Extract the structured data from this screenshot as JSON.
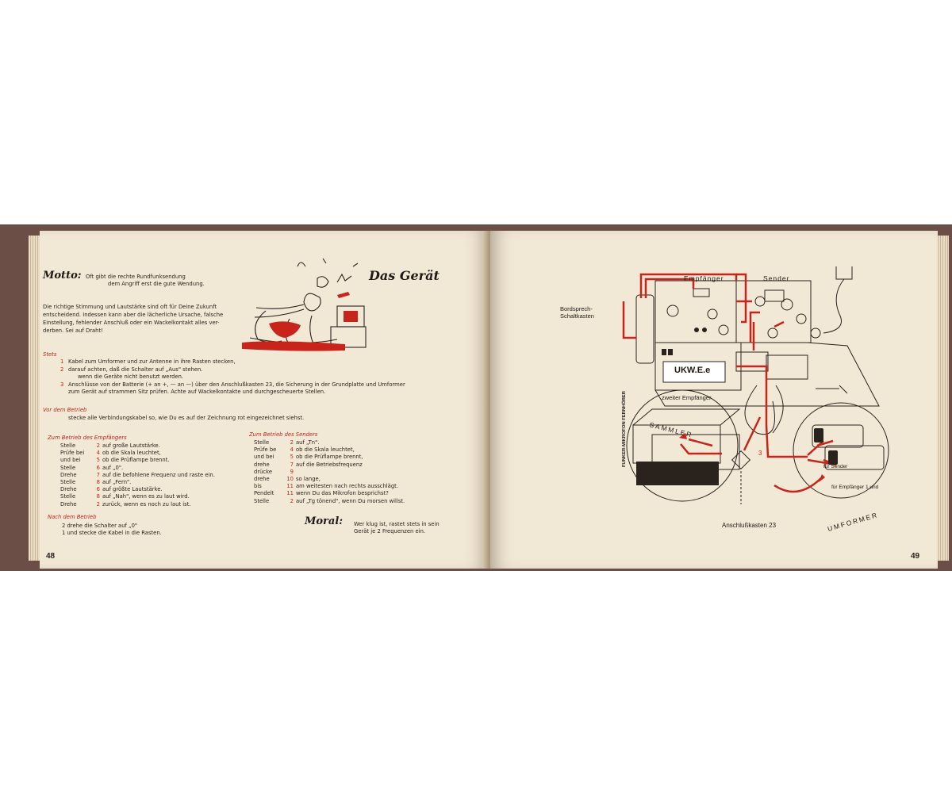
{
  "left_page": {
    "motto_title": "Motto:",
    "motto_lines": [
      "Oft gibt die rechte Rundfunksendung",
      "dem Angriff erst die gute Wendung."
    ],
    "heading": "Das Gerät",
    "intro_lines": [
      "Die richtige Stimmung und Lautstärke sind oft für Deine Zukunft",
      "entscheidend. Indessen kann aber die lächerliche Ursache, falsche",
      "Einstellung, fehlender Anschluß oder ein Wackelkontakt alles ver-",
      "derben. Sei auf Draht!"
    ],
    "stets_label": "Stets",
    "stets_items": [
      {
        "num": "1",
        "text": "Kabel zum Umformer und zur Antenne in ihre Rasten stecken,"
      },
      {
        "num": "2",
        "text": "darauf achten, daß die Schalter auf „Aus\" stehen."
      },
      {
        "num": "",
        "text": "wenn die Geräte nicht benutzt werden."
      },
      {
        "num": "3",
        "text": "Anschlüsse von der Batterie (+ an +, — an —) über den Anschlußkasten 23, die Sicherung in der Grundplatte und Umformer"
      },
      {
        "num": "",
        "text": "zum Gerät auf strammen Sitz prüfen. Achte auf Wackelkontakte und durchgescheuerte Stellen."
      }
    ],
    "vor_label": "Vor dem Betrieb",
    "vor_text": "stecke alle Verbindungskabel so, wie Du es auf der Zeichnung rot eingezeichnet siehst.",
    "empf_label": "Zum Betrieb des Empfängers",
    "empf_rows": [
      {
        "verb": "Stelle",
        "num": "2",
        "text": "auf große Lautstärke."
      },
      {
        "verb": "Prüfe bei",
        "num": "4",
        "text": "ob die Skala leuchtet,"
      },
      {
        "verb": "und bei",
        "num": "5",
        "text": "ob die Prüflampe brennt."
      },
      {
        "verb": "Stelle",
        "num": "6",
        "text": "auf „0\"."
      },
      {
        "verb": "Drehe",
        "num": "7",
        "text": "auf die befohlene Frequenz und raste ein."
      },
      {
        "verb": "Stelle",
        "num": "8",
        "text": "auf „Fern\"."
      },
      {
        "verb": "Drehe",
        "num": "6",
        "text": "auf größte Lautstärke."
      },
      {
        "verb": "Stelle",
        "num": "8",
        "text": "auf „Nah\", wenn es zu laut wird."
      },
      {
        "verb": "Drehe",
        "num": "2",
        "text": "zurück, wenn es noch zu laut ist."
      }
    ],
    "send_label": "Zum Betrieb des Senders",
    "send_rows": [
      {
        "verb": "Stelle",
        "num": "2",
        "text": "auf „Tn\"."
      },
      {
        "verb": "Prüfe be",
        "num": "4",
        "text": "ob die Skala leuchtet,"
      },
      {
        "verb": "und bei",
        "num": "5",
        "text": "ob die Prüflampe brennt,"
      },
      {
        "verb": "drehe",
        "num": "7",
        "text": "auf die Betriebsfrequenz"
      },
      {
        "verb": "drücke",
        "num": "9",
        "text": ""
      },
      {
        "verb": "drehe",
        "num": "10",
        "text": "so lange,"
      },
      {
        "verb": "bis",
        "num": "11",
        "text": "am weitesten nach rechts ausschlägt."
      },
      {
        "verb": "Pendelt",
        "num": "11",
        "text": "wenn Du das Mikrofon besprichst?"
      },
      {
        "verb": "Stelle",
        "num": "2",
        "text": "auf „Tg tönend\", wenn Du morsen willst."
      }
    ],
    "nach_label": "Nach dem Betrieb",
    "nach_lines": [
      "2 drehe die Schalter auf „0\"",
      "1 und stecke die Kabel in die Rasten."
    ],
    "moral_title": "Moral:",
    "moral_lines": [
      "Wer klug ist, rastet stets in sein",
      "Gerät je 2 Frequenzen ein."
    ],
    "page_number": "48"
  },
  "right_page": {
    "label_empfaenger": "Empfänger",
    "label_sender": "Sender",
    "label_bordsprech": [
      "Bordsprech-",
      "Schaltkasten"
    ],
    "label_ukw": "UKW.E.e",
    "label_zweiter": "zweiter Empfänger",
    "label_funker": "FUNKER-MIKROFON FERNHÖRER",
    "label_sammler": "SAMMLER",
    "label_umformer": "UMFORMER",
    "label_fuer_sender": "für Sender",
    "label_fuer_empf": "für Empfänger 1 und",
    "label_anschluss": "Anschlußkasten 23",
    "callout_3": "3",
    "page_number": "49"
  },
  "colors": {
    "paper": "#f2e8d6",
    "ink": "#2a231d",
    "accent_red": "#c7241b"
  }
}
